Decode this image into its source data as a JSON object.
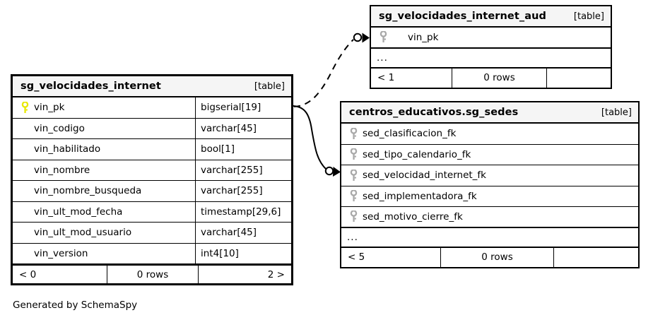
{
  "diagram": {
    "caption": "Generated by SchemaSpy",
    "table_tag": "[table]",
    "ellipsis": "...",
    "key_icon_pk": "key-icon",
    "key_icon_fk": "key-icon",
    "colors": {
      "pk_key": "#e8e800",
      "fk_key": "#a9a9a9",
      "header_bg": "#f5f5f5",
      "border": "#000000",
      "background": "#ffffff"
    }
  },
  "tables": [
    {
      "id": "sg_velocidades_internet",
      "name": "sg_velocidades_internet",
      "tag": "[table]",
      "columns": [
        {
          "name": "vin_pk",
          "type": "bigserial[19]",
          "key": "primary"
        },
        {
          "name": "vin_codigo",
          "type": "varchar[45]",
          "key": "none"
        },
        {
          "name": "vin_habilitado",
          "type": "bool[1]",
          "key": "none"
        },
        {
          "name": "vin_nombre",
          "type": "varchar[255]",
          "key": "none"
        },
        {
          "name": "vin_nombre_busqueda",
          "type": "varchar[255]",
          "key": "none"
        },
        {
          "name": "vin_ult_mod_fecha",
          "type": "timestamp[29,6]",
          "key": "none"
        },
        {
          "name": "vin_ult_mod_usuario",
          "type": "varchar[45]",
          "key": "none"
        },
        {
          "name": "vin_version",
          "type": "int4[10]",
          "key": "none"
        }
      ],
      "footer": {
        "left": "< 0",
        "center": "0 rows",
        "right": "2 >"
      }
    },
    {
      "id": "sg_velocidades_internet_aud",
      "name": "sg_velocidades_internet_aud",
      "tag": "[table]",
      "columns": [
        {
          "name": "vin_pk",
          "type": "",
          "key": "foreign"
        }
      ],
      "has_ellipsis": true,
      "footer": {
        "left": "< 1",
        "center": "0 rows",
        "right": ""
      }
    },
    {
      "id": "centros_educativos.sg_sedes",
      "name": "centros_educativos.sg_sedes",
      "tag": "[table]",
      "columns": [
        {
          "name": "sed_clasificacion_fk",
          "type": "",
          "key": "foreign"
        },
        {
          "name": "sed_tipo_calendario_fk",
          "type": "",
          "key": "foreign"
        },
        {
          "name": "sed_velocidad_internet_fk",
          "type": "",
          "key": "foreign"
        },
        {
          "name": "sed_implementadora_fk",
          "type": "",
          "key": "foreign"
        },
        {
          "name": "sed_motivo_cierre_fk",
          "type": "",
          "key": "foreign"
        }
      ],
      "has_ellipsis": true,
      "footer": {
        "left": "< 5",
        "center": "0 rows",
        "right": ""
      }
    }
  ],
  "relationships": [
    {
      "id": "rel-aud",
      "from_table": "sg_velocidades_internet",
      "from_column": "vin_pk",
      "to_table": "sg_velocidades_internet_aud",
      "to_column": "vin_pk",
      "style": "dashed",
      "marker": "zero-or-more"
    },
    {
      "id": "rel-sedes",
      "from_table": "sg_velocidades_internet",
      "from_column": "vin_pk",
      "to_table": "centros_educativos.sg_sedes",
      "to_column": "sed_velocidad_internet_fk",
      "style": "solid",
      "marker": "zero-or-more"
    }
  ]
}
